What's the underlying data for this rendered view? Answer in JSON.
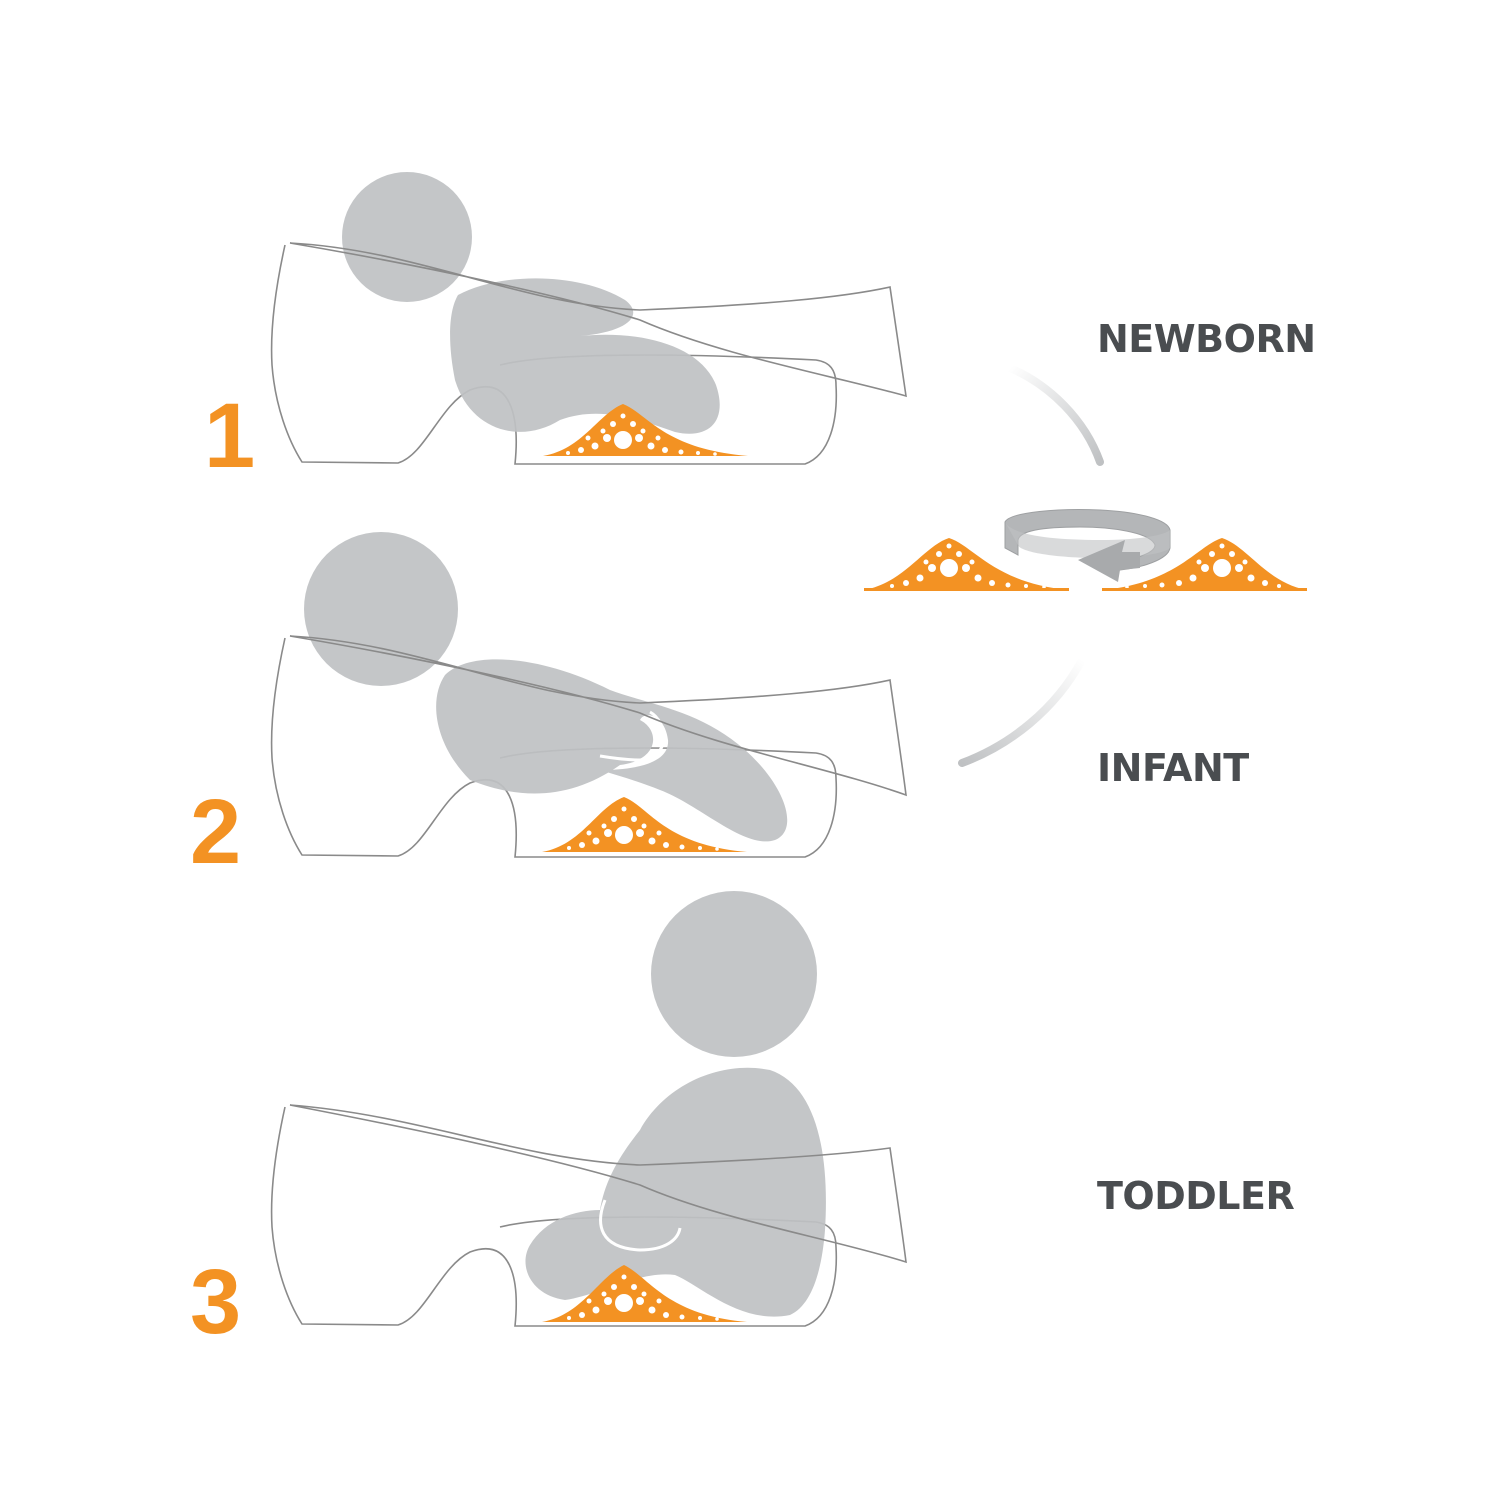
{
  "colors": {
    "accent": "#F39223",
    "figure": "#BFC1C3",
    "outline": "#8A8A8A",
    "label": "#4A4D50",
    "arrow": "#B4B6B8"
  },
  "stages": [
    {
      "number": "1",
      "label": "NEWBORN"
    },
    {
      "number": "2",
      "label": "INFANT"
    },
    {
      "number": "3",
      "label": "TODDLER"
    }
  ],
  "icons": {
    "support": "wedge-support-icon",
    "rotate": "rotate-arrow-icon",
    "cycle": "cycle-arc-icon"
  }
}
